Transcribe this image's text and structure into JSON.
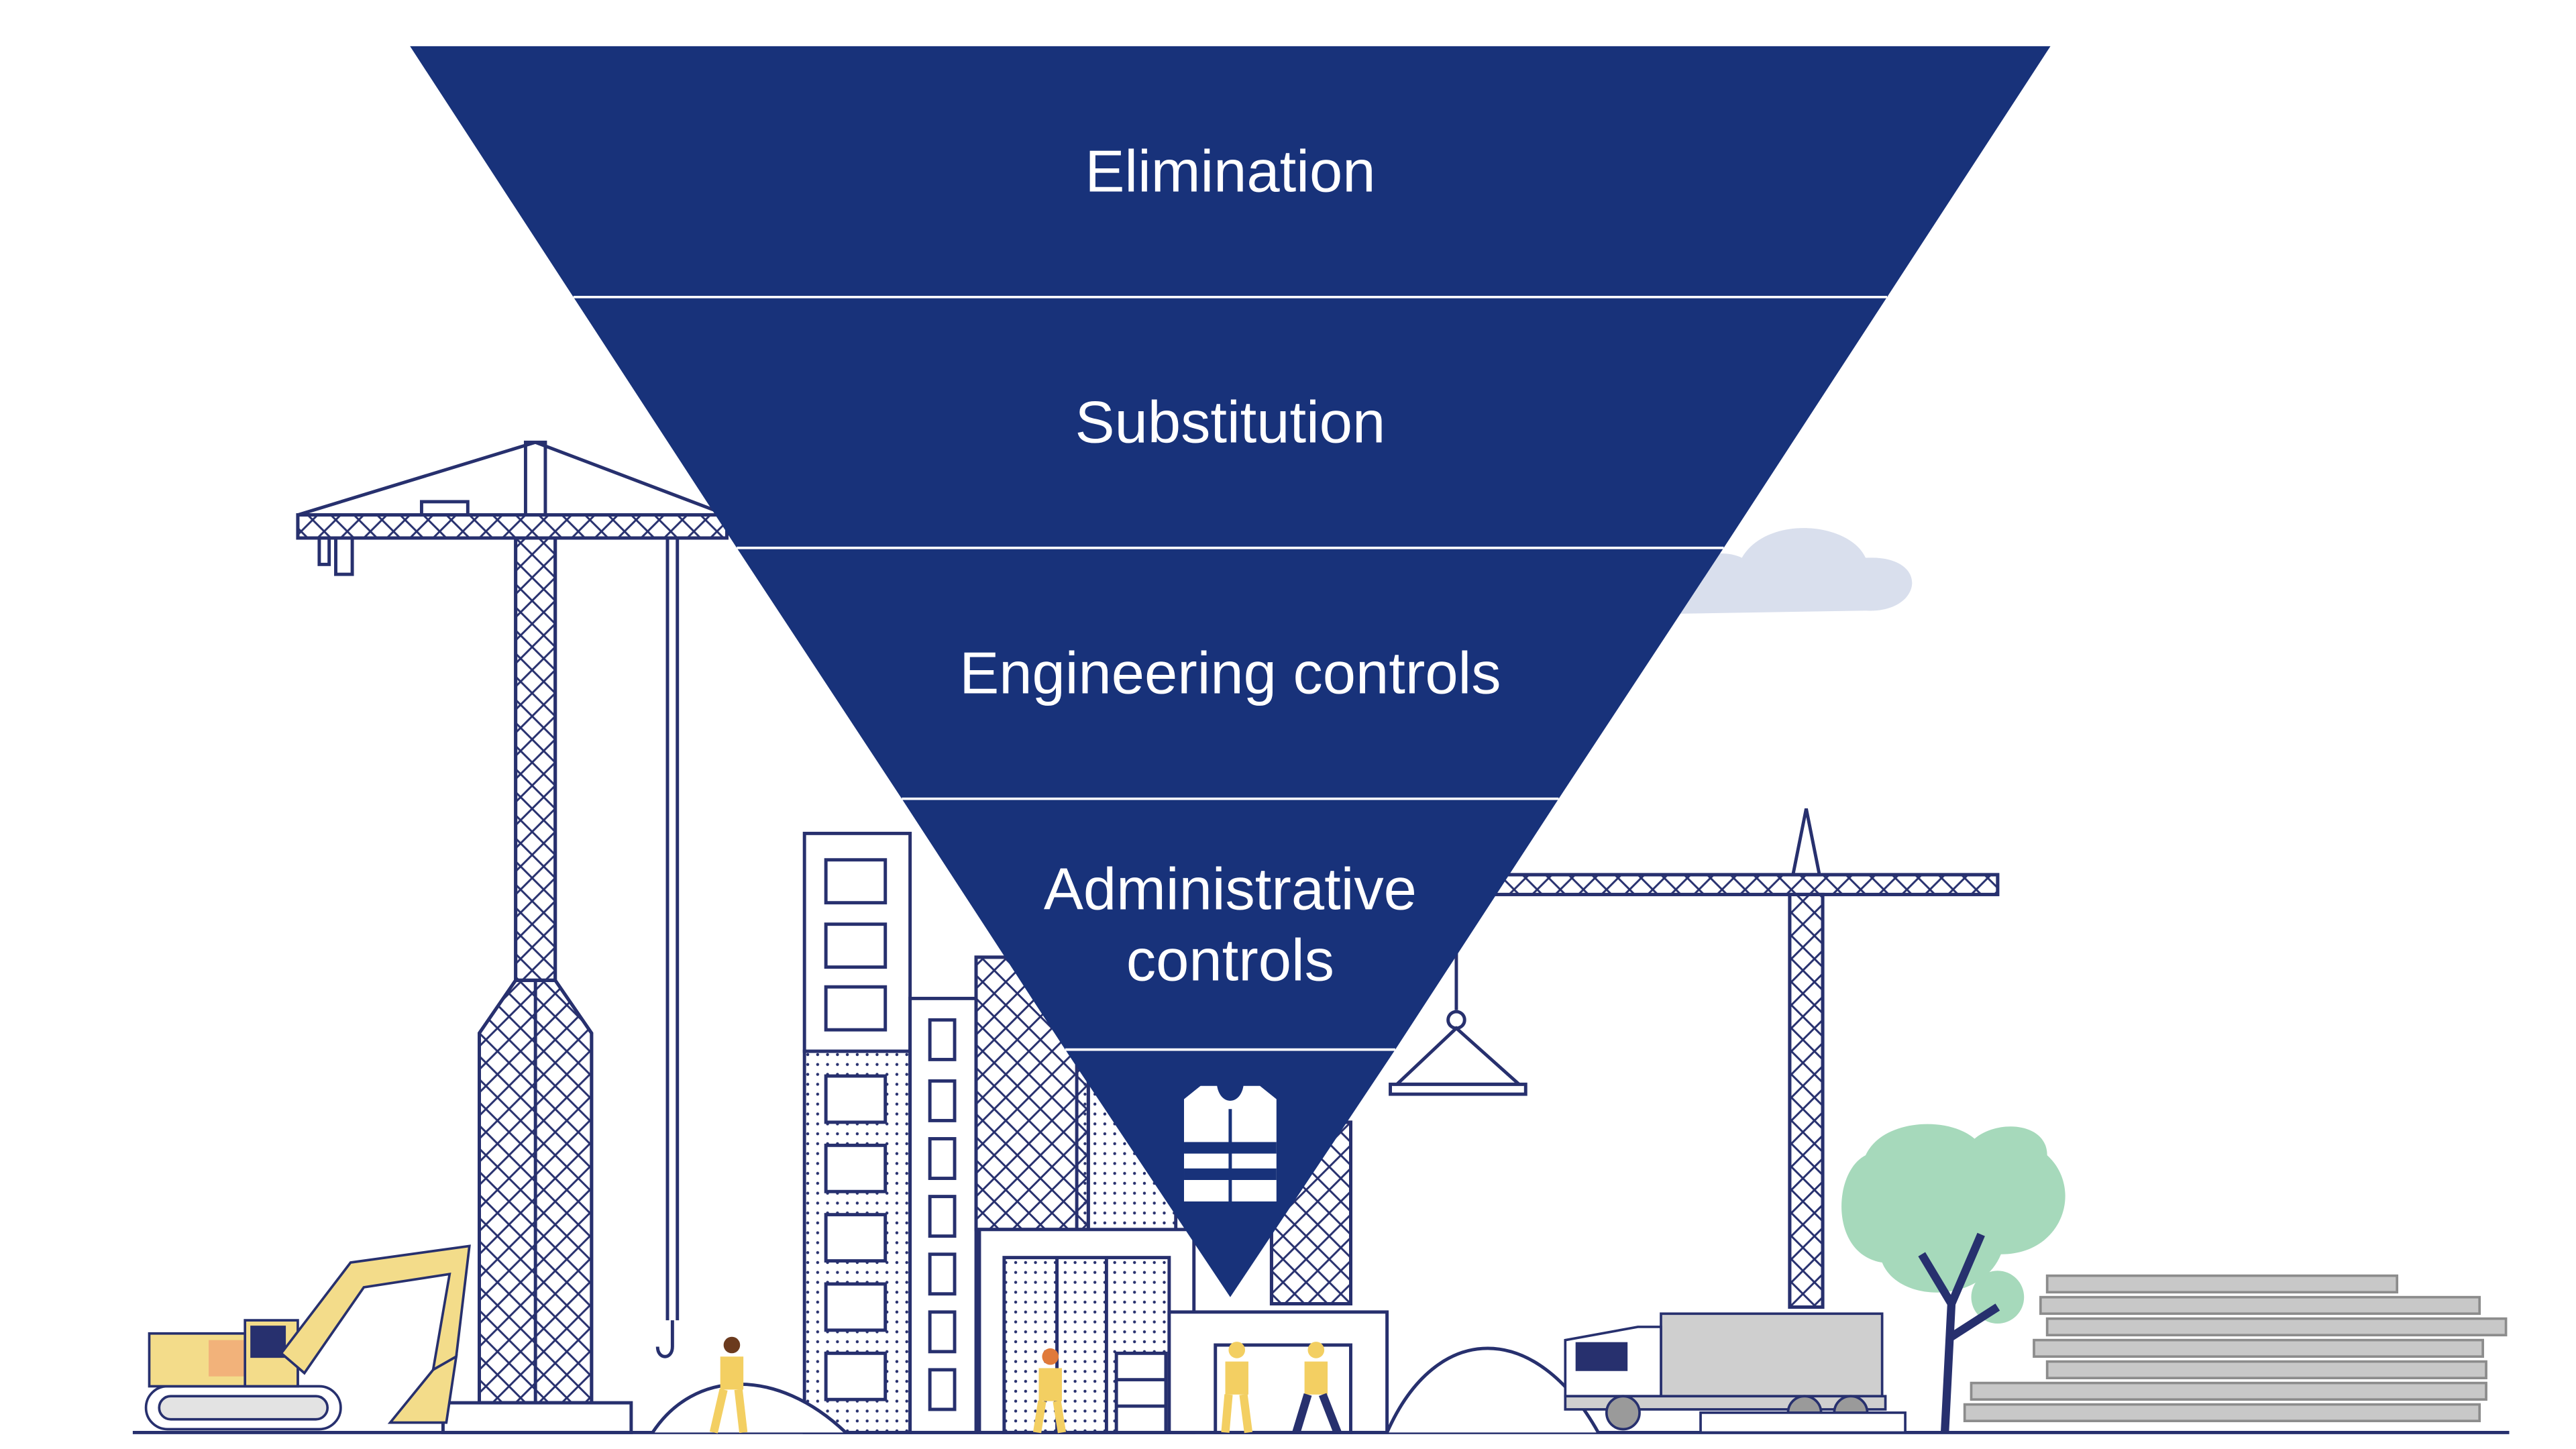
{
  "hierarchy": {
    "tiers": [
      {
        "label": "Elimination"
      },
      {
        "label": "Substitution"
      },
      {
        "label": "Engineering controls"
      },
      {
        "label": "Administrative",
        "label_line2": "controls"
      },
      {
        "icon": "safety-vest-icon"
      }
    ]
  },
  "colors": {
    "pyramid": "#18327a",
    "line_art": "#27306e",
    "excavator": "#f3dc8a",
    "tree": "#a6d9bb",
    "truck": "#cfcfcf",
    "pipes": "#a3a3a3",
    "cloud": "#d9dfed",
    "worker_vest": "#f3cf62"
  }
}
